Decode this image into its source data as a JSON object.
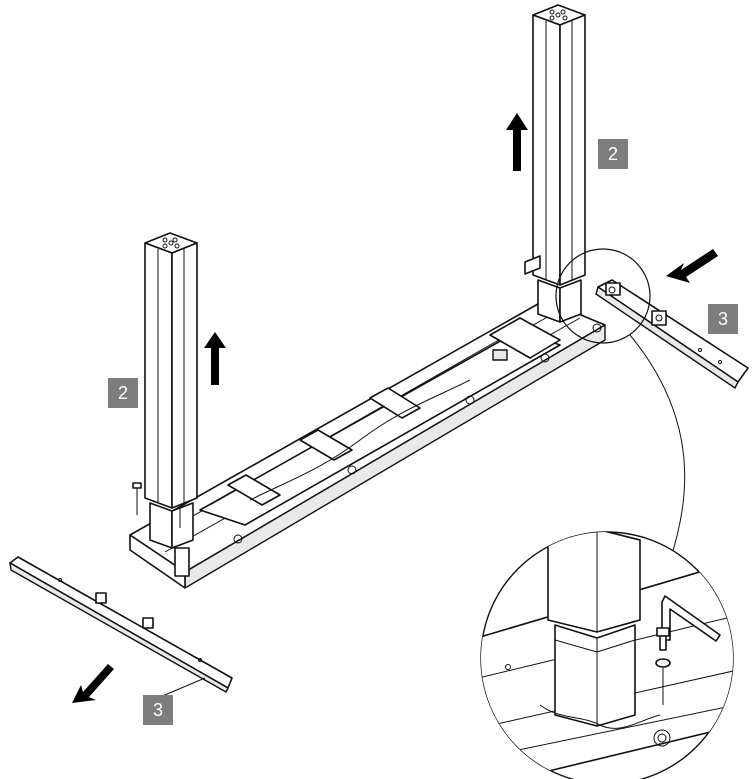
{
  "callouts": [
    {
      "id": "left-column",
      "label": "2"
    },
    {
      "id": "right-column",
      "label": "2"
    },
    {
      "id": "right-foot",
      "label": "3"
    },
    {
      "id": "left-foot",
      "label": "3"
    }
  ],
  "colors": {
    "line": "#111111",
    "callout_bg": "#7d7d7d",
    "callout_text": "#ffffff",
    "arrow": "#000000"
  },
  "icons": [
    "up-arrow-icon",
    "insert-arrow-icon",
    "hex-key-icon",
    "bolt-icon"
  ]
}
